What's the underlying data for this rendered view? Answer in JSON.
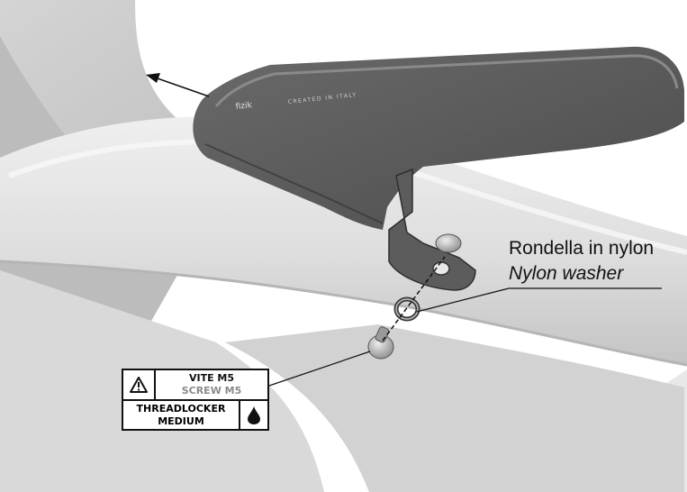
{
  "guard": {
    "brand": "fizik",
    "tagline": "CREATED IN ITALY"
  },
  "callouts": {
    "washer_it": "Rondella in nylon",
    "washer_en": "Nylon washer"
  },
  "spec_box": {
    "screw_it": "VITE M5",
    "screw_en": "SCREW M5",
    "threadlocker_line1": "THREADLOCKER",
    "threadlocker_line2": "MEDIUM"
  },
  "icons": {
    "warning": "warning-triangle-icon",
    "drop": "liquid-drop-icon",
    "arrow": "direction-arrow-icon"
  },
  "colors": {
    "frame_light": "#e2e2e2",
    "frame_mid": "#c8c8c8",
    "frame_shadow": "#a9a9a9",
    "guard_body": "#5a5a5a",
    "guard_dark": "#3f3f3f",
    "line": "#111111",
    "screw_en_text": "#8a8a8a"
  }
}
